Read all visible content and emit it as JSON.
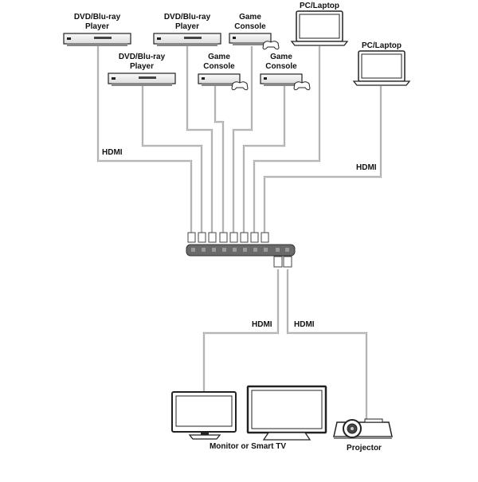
{
  "sources": {
    "dvd_top": {
      "line1": "DVD/Blu-ray",
      "line2": "Player"
    },
    "dvd_top2": {
      "line1": "DVD/Blu-ray",
      "line2": "Player"
    },
    "dvd_lower": {
      "line1": "DVD/Blu-ray",
      "line2": "Player"
    },
    "game_top": {
      "line1": "Game",
      "line2": "Console"
    },
    "game_lower1": {
      "line1": "Game",
      "line2": "Console"
    },
    "game_lower2": {
      "line1": "Game",
      "line2": "Console"
    },
    "pc_top": {
      "line1": "PC/Laptop"
    },
    "pc_right": {
      "line1": "PC/Laptop"
    }
  },
  "cable_labels": {
    "hdmi_left": "HDMI",
    "hdmi_right": "HDMI",
    "hdmi_out_left": "HDMI",
    "hdmi_out_right": "HDMI"
  },
  "displays": {
    "monitor_tv": "Monitor or Smart TV",
    "projector": "Projector"
  }
}
